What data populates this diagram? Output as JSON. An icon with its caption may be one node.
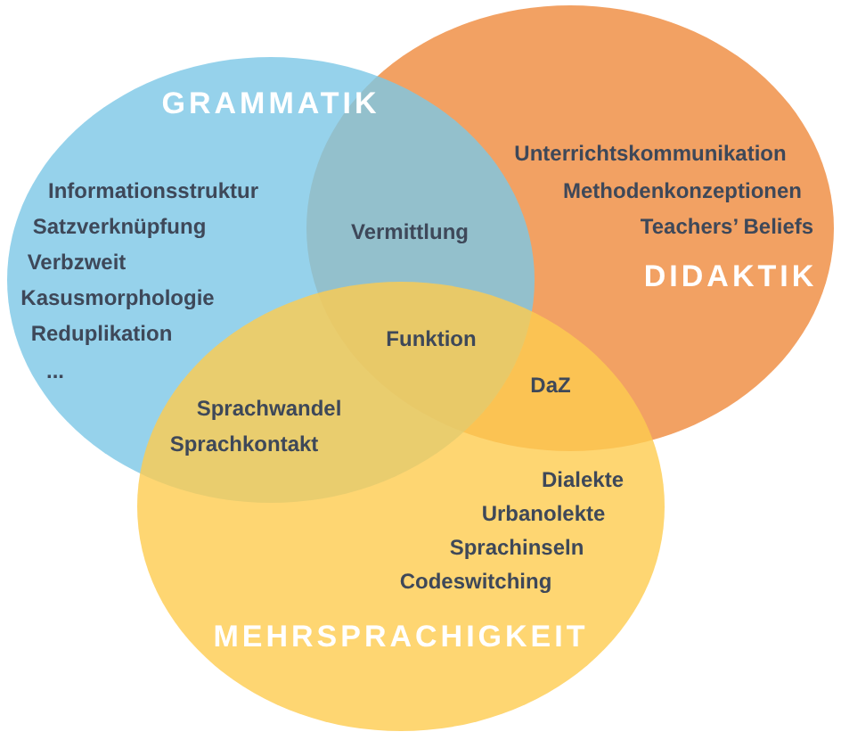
{
  "diagram": {
    "nodes": [
      {
        "text": [
          "GRAMMATIK",
          "Informationsstruktur",
          "Satzverknüpfung",
          "Verbzweit",
          "Kasusmorphologie",
          "Reduplikation",
          "..."
        ]
      },
      {
        "text": [
          "Unterrichtskommunikation",
          "Methodenkonzeptionen",
          "Teachers’ Beliefs",
          "DIDAKTIK"
        ]
      },
      {
        "text": [
          "Dialekte",
          "Urbanolekte",
          "Sprachinseln",
          "Codeswitching",
          "MEHRSPRACHIGKEIT"
        ]
      }
    ],
    "labels": [
      "Vermittlung",
      "Funktion",
      "DaZ",
      "Sprachwandel",
      "Sprachkontakt"
    ]
  }
}
